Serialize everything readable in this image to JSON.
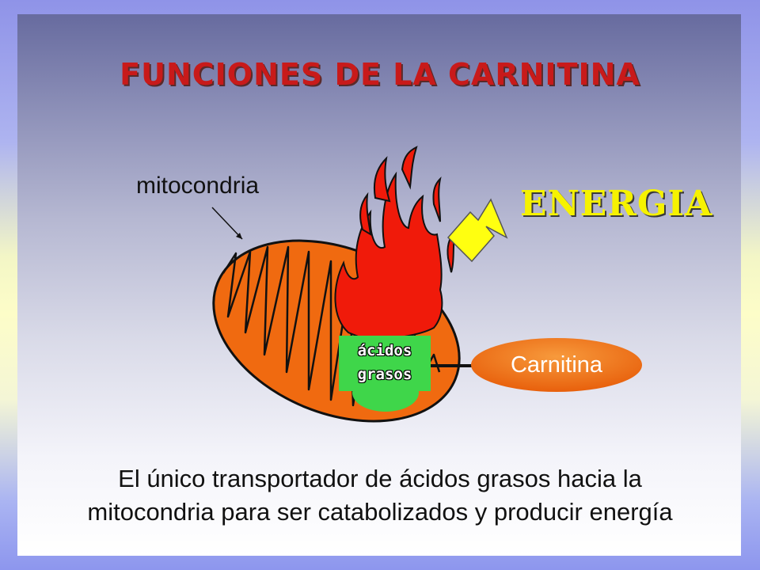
{
  "title": "FUNCIONES DE LA CARNITINA",
  "diagram": {
    "mitochondria_label": "mitocondria",
    "energy_label": "ENERGIA",
    "fatty_acids_label": [
      "ácidos",
      "grasos"
    ],
    "carnitine_label": "Carnitina"
  },
  "caption": [
    "El único transportador de ácidos grasos hacia la",
    "mitocondria para ser catabolizados y producir energía"
  ],
  "colors": {
    "title": "#c81a1a",
    "mitochondria": "#f06a10",
    "flame": "#f01a0a",
    "energy_text": "#f6f200",
    "arrow": "#ffff10",
    "fatty_acids_box": "#3fd64a",
    "carnitine_ellipse": "#f07018"
  },
  "icons": [
    "flame-icon",
    "arrow-icon"
  ]
}
